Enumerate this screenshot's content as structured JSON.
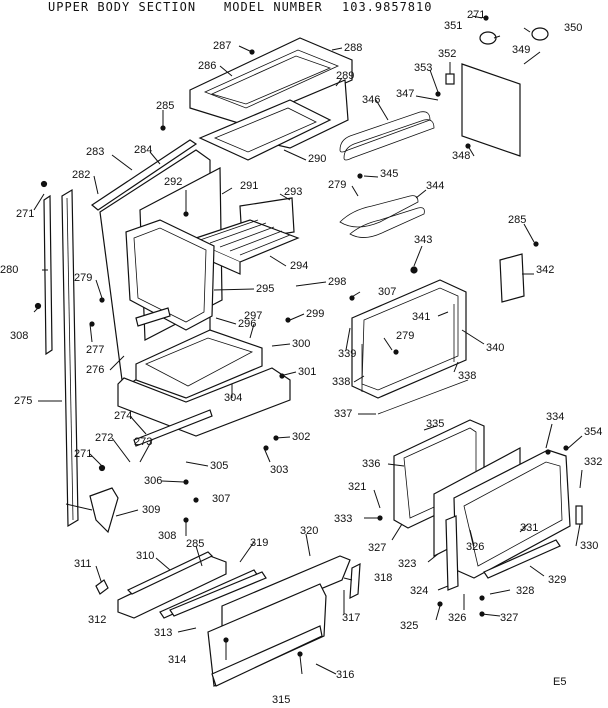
{
  "header": {
    "section": "UPPER BODY SECTION",
    "model_label": "MODEL NUMBER",
    "model_number": "103.9857810"
  },
  "corner_code": "E5",
  "part_numbers": {
    "p271a": "271",
    "p271b": "271",
    "p271c": "271",
    "p272": "272",
    "p273": "273",
    "p274": "274",
    "p275": "275",
    "p276": "276",
    "p277": "277",
    "p279a": "279",
    "p279b": "279",
    "p279c": "279",
    "p280": "280",
    "p282": "282",
    "p283": "283",
    "p284": "284",
    "p285a": "285",
    "p285b": "285",
    "p285c": "285",
    "p286": "286",
    "p287": "287",
    "p288": "288",
    "p289": "289",
    "p290": "290",
    "p291": "291",
    "p292": "292",
    "p293": "293",
    "p294": "294",
    "p295": "295",
    "p296": "296",
    "p297": "297",
    "p298": "298",
    "p299": "299",
    "p300": "300",
    "p301": "301",
    "p302": "302",
    "p303": "303",
    "p304": "304",
    "p305": "305",
    "p306": "306",
    "p307a": "307",
    "p307b": "307",
    "p308a": "308",
    "p308b": "308",
    "p309": "309",
    "p310": "310",
    "p311": "311",
    "p312": "312",
    "p313": "313",
    "p314": "314",
    "p315": "315",
    "p316": "316",
    "p317": "317",
    "p318": "318",
    "p319": "319",
    "p320": "320",
    "p321": "321",
    "p323": "323",
    "p324": "324",
    "p325": "325",
    "p326a": "326",
    "p326b": "326",
    "p327a": "327",
    "p327b": "327",
    "p328": "328",
    "p329": "329",
    "p330": "330",
    "p331": "331",
    "p332": "332",
    "p333": "333",
    "p334": "334",
    "p335": "335",
    "p336": "336",
    "p337": "337",
    "p338a": "338",
    "p338b": "338",
    "p339": "339",
    "p340": "340",
    "p341": "341",
    "p342": "342",
    "p343": "343",
    "p344": "344",
    "p345": "345",
    "p346": "346",
    "p347": "347",
    "p348": "348",
    "p349": "349",
    "p350": "350",
    "p351": "351",
    "p352": "352",
    "p353": "353",
    "p354": "354"
  }
}
